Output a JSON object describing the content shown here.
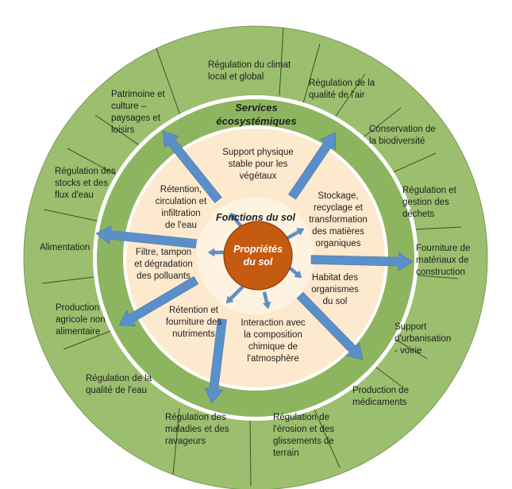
{
  "colors": {
    "outer_ring": "#9bbf6e",
    "inner_green_ring": "#8db55f",
    "function_disc": "#fde9cd",
    "inner_disc": "#fef3e1",
    "core": "#c55a11",
    "arrow": "#5b8fc9",
    "white_ring": "#ffffff",
    "sector_line": "#3f4f2a"
  },
  "titles": {
    "services": "Services\nécosystémiques",
    "functions": "Fonctions du sol",
    "core": "Propriétés\ndu sol"
  },
  "services": [
    "Régulation du climat\nlocal et global",
    "Régulation de la\nqualité de l'air",
    "Conservation de\nla biodiversité",
    "Régulation et\ngestion des\ndéchets",
    "Fourniture de\nmatériaux de\nconstruction",
    "Support\nd'urbanisation\n- voirie",
    "Production de\nmédicaments",
    "Régulation de\nl'érosion et des\nglissements de\nterrain",
    "Régulation des\nmaladies et des\nravageurs",
    "Régulation de la\nqualité de l'eau",
    "Production\nagricole non\nalimentaire",
    "Alimentation",
    "Régulation des\nstocks et des\nflux d'eau",
    "Patrimoine et\nculture –\npaysages et\nloisirs"
  ],
  "functions": [
    "Support physique\nstable pour les\nvégétaux",
    "Stockage,\nrecyclage et\ntransformation\ndes matières\norganiques",
    "Habitat des\norganismes\ndu sol",
    "Interaction avec\nla composition\nchimique de\nl'atmosphère",
    "Rétention et\nfourniture des\nnutriments",
    "Filtre, tampon\net dégradation\ndes polluants",
    "Rétention,\ncirculation et\ninfiltration\nde l'eau"
  ]
}
